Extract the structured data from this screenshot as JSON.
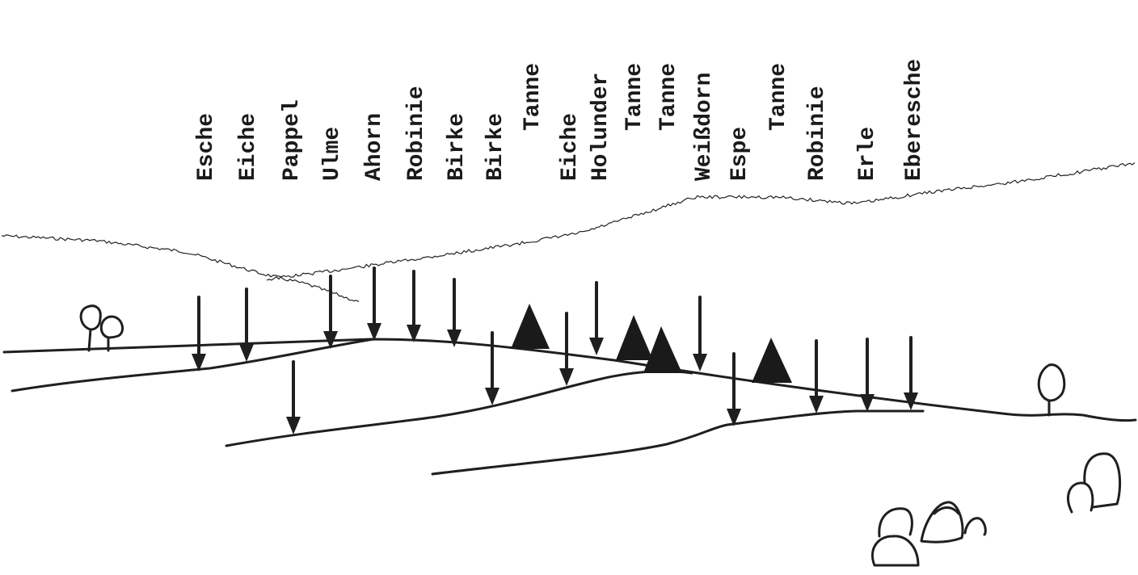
{
  "labels": [
    {
      "text": "Esche"
    },
    {
      "text": "Eiche"
    },
    {
      "text": "Pappel"
    },
    {
      "text": "Ulme"
    },
    {
      "text": "Ahorn"
    },
    {
      "text": "Robinie"
    },
    {
      "text": "Birke"
    },
    {
      "text": "Birke"
    },
    {
      "text": "Tanne"
    },
    {
      "text": "Eiche"
    },
    {
      "text": "Holunder"
    },
    {
      "text": "Tanne"
    },
    {
      "text": "Tanne"
    },
    {
      "text": "Weißdorn"
    },
    {
      "text": "Espe"
    },
    {
      "text": "Tanne"
    },
    {
      "text": "Robinie"
    },
    {
      "text": "Erle"
    },
    {
      "text": "Eberesche"
    }
  ],
  "colors": {
    "ink": "#1f1f1f",
    "background": "#ffffff"
  },
  "icons": [
    "arrow-down-icon",
    "conifer-tree-icon",
    "deciduous-tree-icon",
    "boulder-icon"
  ]
}
